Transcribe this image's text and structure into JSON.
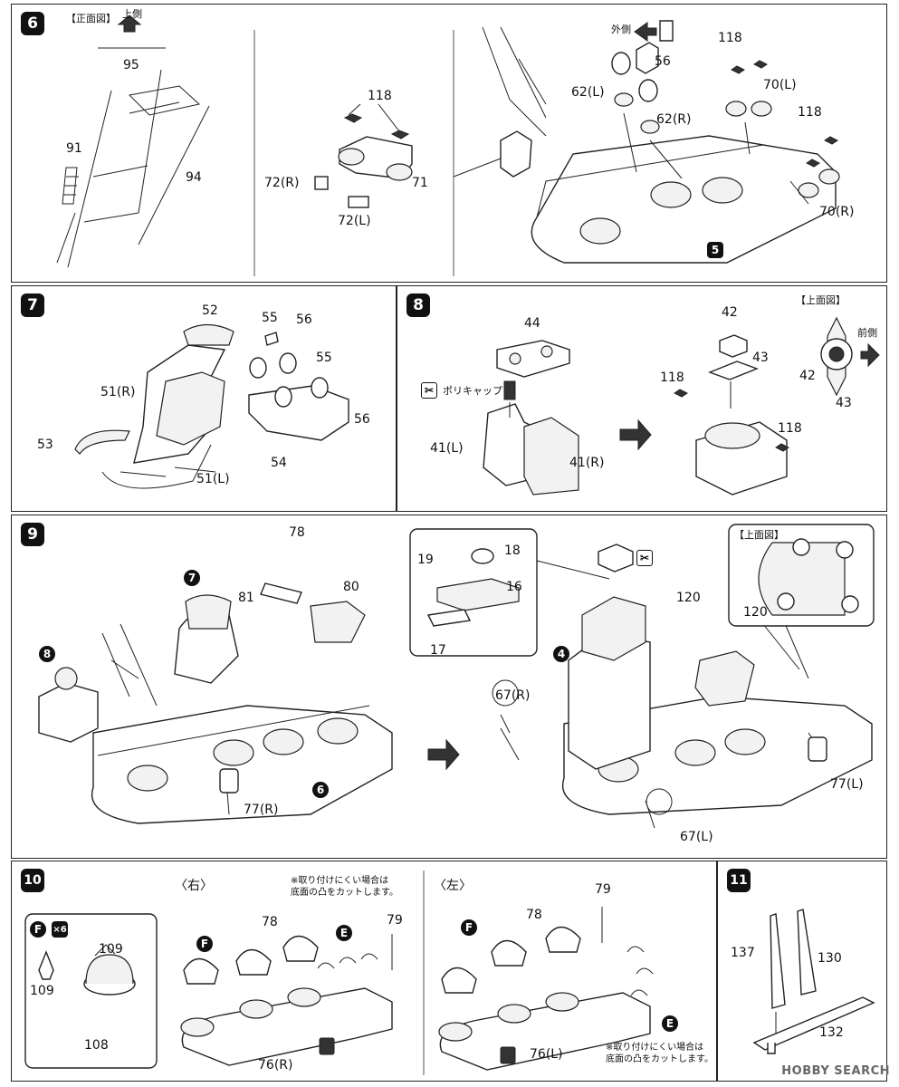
{
  "steps": {
    "s6": {
      "num": "6",
      "front_view": "【正面図】",
      "up": "上側",
      "outer": "外側",
      "parts": {
        "p95": "95",
        "p91": "91",
        "p94": "94",
        "p118": "118",
        "p72r": "72(R)",
        "p72l": "72(L)",
        "p71": "71",
        "p56": "56",
        "p62l": "62(L)",
        "p62r": "62(R)",
        "p118b": "118",
        "p70l": "70(L)",
        "p118c": "118",
        "p70r": "70(R)",
        "ref5": "5"
      }
    },
    "s7": {
      "num": "7",
      "parts": {
        "p52": "52",
        "p55a": "55",
        "p56a": "56",
        "p51r": "51(R)",
        "p55b": "55",
        "p56b": "56",
        "p53": "53",
        "p54": "54",
        "p51l": "51(L)"
      }
    },
    "s8": {
      "num": "8",
      "top_view": "【上面図】",
      "front_side": "前側",
      "polycap": "ポリキャップ",
      "parts": {
        "p44": "44",
        "p41l": "41(L)",
        "p41r": "41(R)",
        "p42": "42",
        "p43": "43",
        "p118a": "118",
        "p118b": "118",
        "p42b": "42",
        "p43b": "43"
      }
    },
    "s9": {
      "num": "9",
      "top_view": "【上面図】",
      "parts": {
        "p78": "78",
        "p81": "81",
        "p80": "80",
        "ref7": "7",
        "ref8": "8",
        "ref6": "6",
        "p77r": "77(R)",
        "p19": "19",
        "p18": "18",
        "p16": "16",
        "p17": "17",
        "p120a": "120",
        "p120b": "120",
        "ref4": "4",
        "p67r": "67(R)",
        "p67l": "67(L)",
        "p77l": "77(L)"
      }
    },
    "s10": {
      "num": "10",
      "right": "〈右〉",
      "left": "〈左〉",
      "note_right": "※取り付けにくい場合は\n底面の凸をカットします。",
      "note_left": "※取り付けにくい場合は\n底面の凸をカットします。",
      "parts": {
        "F": "F",
        "x6": "×6",
        "p109a": "109",
        "p109b": "109",
        "p108": "108",
        "p78a": "78",
        "E": "E",
        "p79a": "79",
        "p76r": "76(R)",
        "p78b": "78",
        "p79b": "79",
        "p76l": "76(L)"
      }
    },
    "s11": {
      "num": "11",
      "parts": {
        "p137": "137",
        "p130": "130",
        "p132": "132"
      }
    }
  },
  "watermark": "HOBBY SEARCH"
}
